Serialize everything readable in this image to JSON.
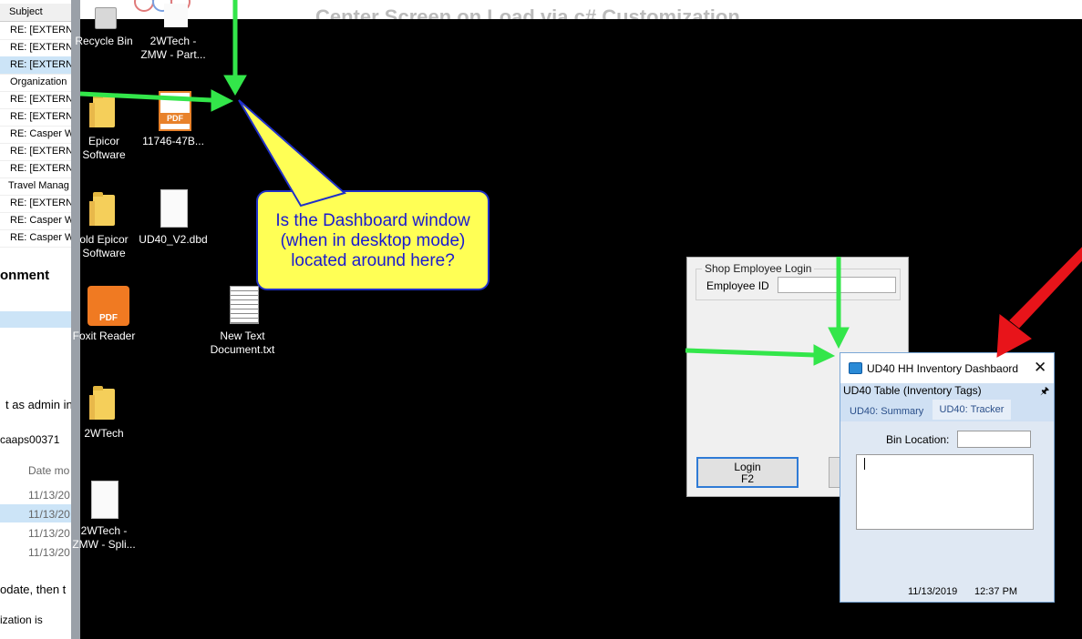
{
  "background_window": {
    "subject_header": "Subject",
    "rows": [
      {
        "text": "RE: [EXTERNA",
        "selected": false
      },
      {
        "text": "RE: [EXTERNA",
        "selected": false
      },
      {
        "text": "RE: [EXTERNA",
        "selected": true
      },
      {
        "text": "Organization",
        "selected": false
      },
      {
        "text": "RE: [EXTERNA",
        "selected": false
      },
      {
        "text": "RE: [EXTERNA",
        "selected": false
      },
      {
        "text": "RE: Casper W",
        "selected": false
      },
      {
        "text": "RE: [EXTERNA",
        "selected": false
      },
      {
        "text": "RE: [EXTERNA",
        "selected": false
      },
      {
        "text": "Travel Manag",
        "selected": false
      },
      {
        "text": "RE: [EXTERNA",
        "selected": false
      },
      {
        "text": "RE: Casper W",
        "selected": false
      },
      {
        "text": "RE: Casper W",
        "selected": false
      }
    ],
    "heading": "onment",
    "body_text_1": "t as admin in",
    "body_text_2": "caaps00371",
    "date_header": "Date mo",
    "dates": [
      "11/13/20",
      "11/13/20",
      "11/13/20",
      "11/13/20"
    ],
    "body_text_3": "odate, then t",
    "body_text_4": "ization is"
  },
  "top_window": {
    "title": "Center Screen on Load via c# Customization"
  },
  "desktop_icons": [
    {
      "label": "Recycle Bin",
      "icon": "recycle-bin-icon"
    },
    {
      "label": "2WTech - ZMW - Part...",
      "icon": "document-icon"
    },
    {
      "label": "Epicor Software",
      "icon": "folder-icon"
    },
    {
      "label": "11746-47B...",
      "icon": "pdf-icon"
    },
    {
      "label": "old Epicor Software",
      "icon": "folder-icon"
    },
    {
      "label": "UD40_V2.dbd",
      "icon": "file-icon"
    },
    {
      "label": "Foxit Reader",
      "icon": "foxit-reader-icon"
    },
    {
      "label": "New Text Document.txt",
      "icon": "text-document-icon"
    },
    {
      "label": "2WTech",
      "icon": "folder-icon"
    },
    {
      "label": "2WTech - ZMW - Spli...",
      "icon": "file-icon"
    }
  ],
  "callout": {
    "text": "Is the Dashboard window (when in desktop mode) located around here?"
  },
  "login_window": {
    "group_label": "Shop Employee Login",
    "employee_id_label": "Employee ID",
    "employee_id_value": "",
    "login_button": "Login\nF2"
  },
  "dashboard_window": {
    "title": "UD40 HH Inventory Dashbaord",
    "close_glyph": "✕",
    "panel_header": "UD40 Table (Inventory Tags)",
    "pin_glyph": "🖈",
    "tabs": [
      {
        "label": "UD40: Summary",
        "active": false
      },
      {
        "label": "UD40: Tracker",
        "active": true
      }
    ],
    "bin_location_label": "Bin Location:",
    "bin_location_value": "",
    "status_date": "11/13/2019",
    "status_time": "12:37 PM"
  },
  "annotation_colors": {
    "arrow_green": "#33e64a",
    "arrow_red": "#e8141a",
    "callout_fill": "#ffff55",
    "callout_text": "#1a1ad0"
  }
}
